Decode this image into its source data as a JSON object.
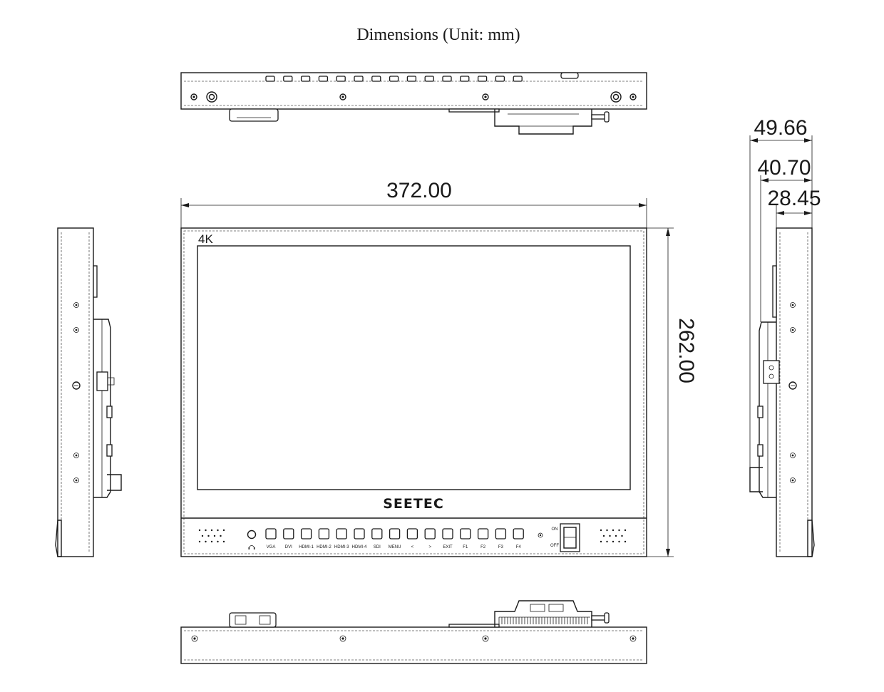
{
  "title": "Dimensions (Unit: mm)",
  "dimensions": {
    "width": "372.00",
    "height": "262.00",
    "depth_total": "49.66",
    "depth_mid": "40.70",
    "depth_body": "28.45"
  },
  "front_panel": {
    "badge": "4K",
    "brand": "SEETEC",
    "buttons": [
      "VGA",
      "DVI",
      "HDMI-1",
      "HDMI-2",
      "HDMI-3",
      "HDMI-4",
      "SDI",
      "MENU",
      "<",
      ">",
      "EXIT",
      "F1",
      "F2",
      "F3",
      "F4"
    ],
    "power_on": "ON",
    "power_off": "OFF"
  },
  "icons": {
    "headphone": "headphone-icon",
    "speaker_grille": "speaker-grille-icon",
    "power_switch": "power-switch-icon",
    "screw": "screw-icon"
  }
}
